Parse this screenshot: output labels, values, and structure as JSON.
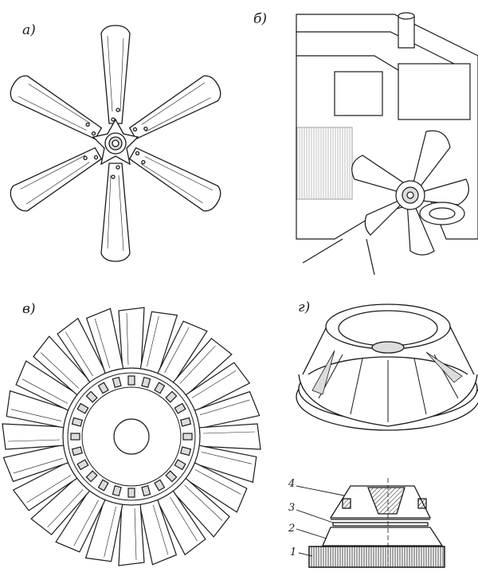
{
  "panels": {
    "a": {
      "label": "а)"
    },
    "b": {
      "label": "б)"
    },
    "v": {
      "label": "в)"
    },
    "g": {
      "label": "г)"
    }
  },
  "section_callouts": [
    "4",
    "3",
    "2",
    "1"
  ],
  "colors": {
    "ink": "#1a1a1a",
    "paper": "#ffffff",
    "shade": "#dcdcdc"
  }
}
